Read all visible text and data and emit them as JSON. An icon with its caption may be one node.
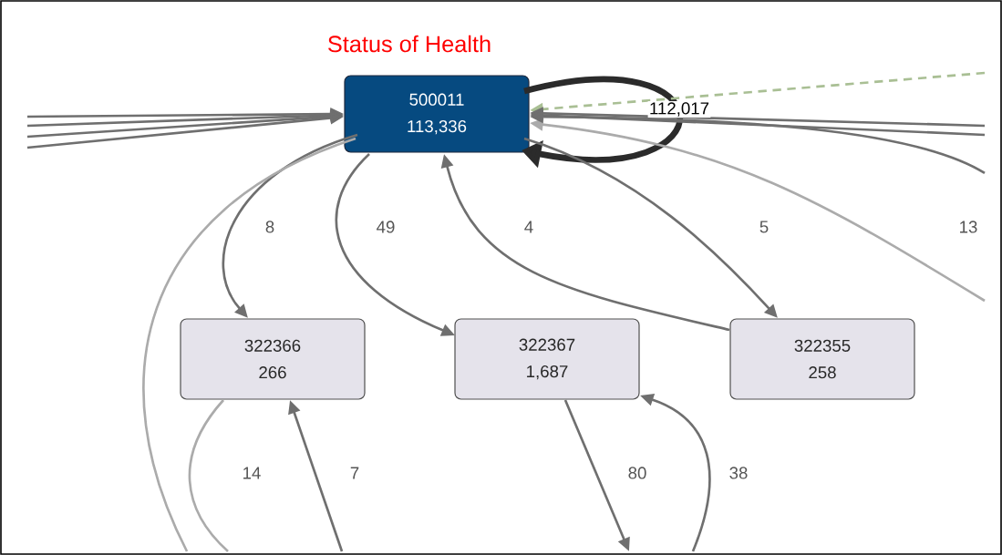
{
  "diagram": {
    "title": "Status of Health",
    "nodes": [
      {
        "text": [
          "500011",
          "113,336"
        ]
      },
      {
        "text": [
          "322366",
          "266"
        ]
      },
      {
        "text": [
          "322367",
          "1,687"
        ]
      },
      {
        "text": [
          "322355",
          "258"
        ]
      }
    ],
    "edges": [
      {
        "from": 0,
        "to": 0,
        "arrow": "to",
        "label": "112,017",
        "style": "thick",
        "color": "#2b2b2b"
      },
      {
        "from": 0,
        "to": 1,
        "arrow": "to",
        "label": "8"
      },
      {
        "from": 0,
        "to": 2,
        "arrow": "to",
        "label": "49"
      },
      {
        "from": 3,
        "to": 0,
        "arrow": "to",
        "label": "4"
      },
      {
        "from": 0,
        "to": 3,
        "arrow": "to",
        "label": "5"
      },
      {
        "from": null,
        "to": 0,
        "arrow": "to",
        "label": "13",
        "color": "#ababab"
      },
      {
        "from": null,
        "to": 0,
        "arrow": "to"
      },
      {
        "from": null,
        "to": 0,
        "arrow": "to"
      },
      {
        "from": null,
        "to": 0,
        "arrow": "to"
      },
      {
        "from": null,
        "to": 0,
        "arrow": "to"
      },
      {
        "from": 0,
        "to": null,
        "arrow": "none",
        "color": "#ababab"
      },
      {
        "from": null,
        "to": 0,
        "arrow": "to",
        "style": "dashed",
        "color": "#a9bf94"
      },
      {
        "from": null,
        "to": 0,
        "arrow": "to"
      },
      {
        "from": null,
        "to": 0,
        "arrow": "to"
      },
      {
        "from": null,
        "to": 0,
        "arrow": "to"
      },
      {
        "from": 1,
        "to": null,
        "arrow": "none",
        "label": "14",
        "color": "#ababab"
      },
      {
        "from": null,
        "to": 1,
        "arrow": "to",
        "label": "7"
      },
      {
        "from": 2,
        "to": null,
        "arrow": "to",
        "label": "80"
      },
      {
        "from": null,
        "to": 2,
        "arrow": "to",
        "label": "38"
      }
    ]
  }
}
